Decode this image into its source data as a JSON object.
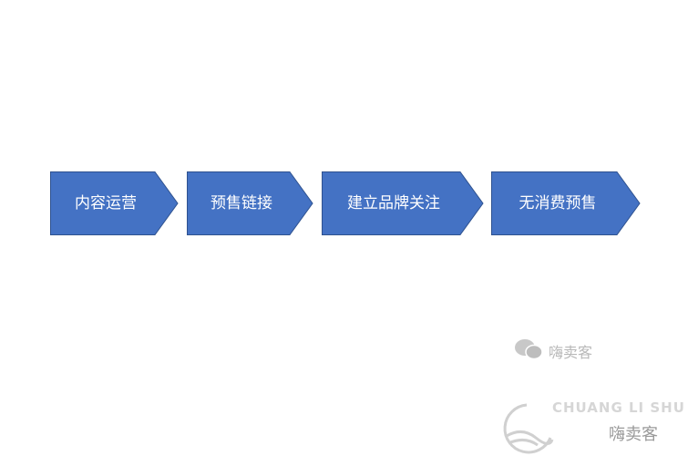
{
  "diagram": {
    "steps": [
      {
        "label": "内容运营"
      },
      {
        "label": "预售链接"
      },
      {
        "label": "建立品牌关注"
      },
      {
        "label": "无消费预售"
      }
    ],
    "fill_color": "#4472c4",
    "stroke_color": "#2f528f"
  },
  "watermark": {
    "wechat_account": "嗨卖客",
    "logo_latin": "CHUANG LI SHU",
    "logo_overlay": "嗨卖客"
  }
}
